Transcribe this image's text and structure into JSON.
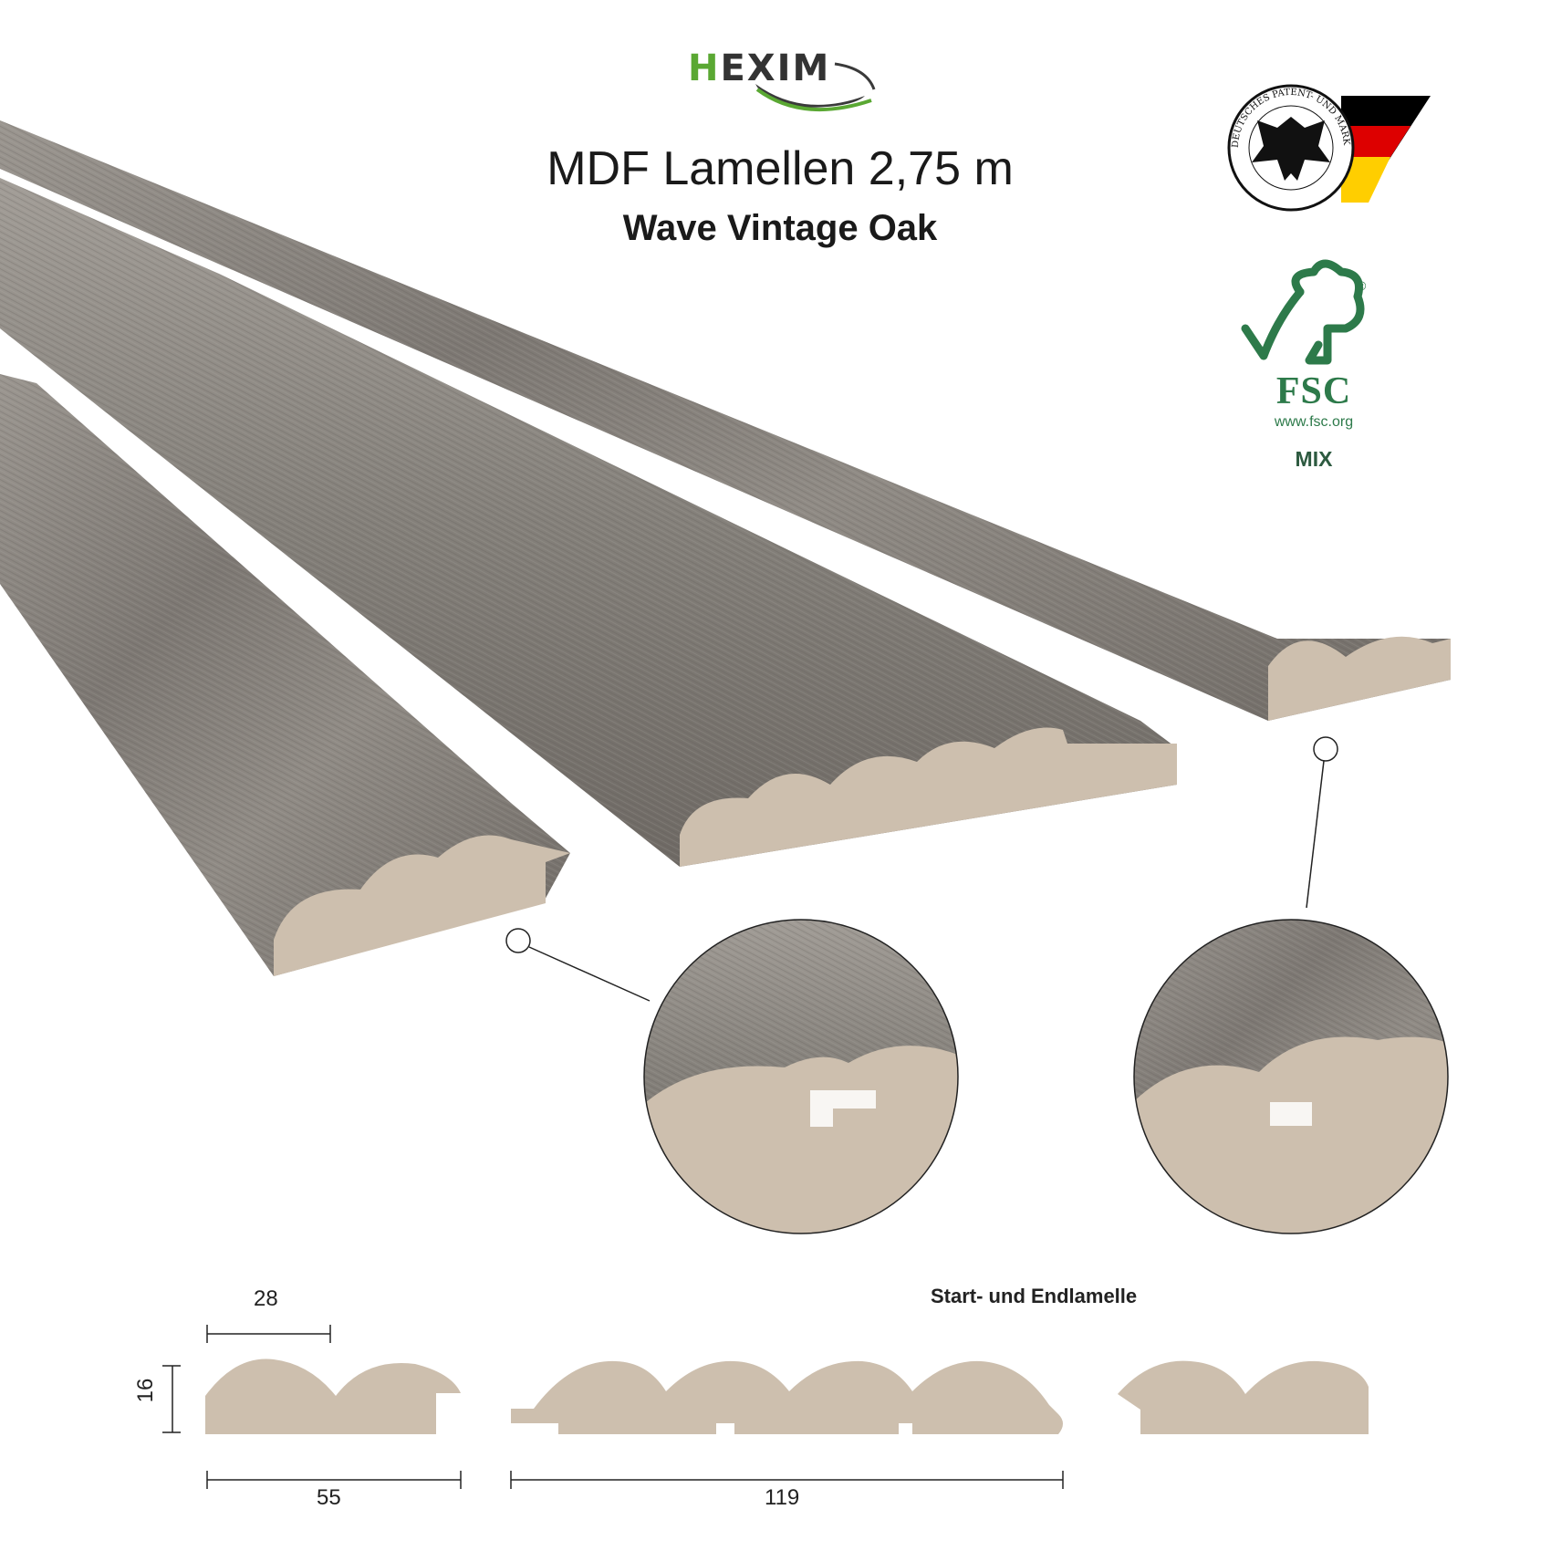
{
  "brand": {
    "first_letter": "H",
    "rest": "EXIM"
  },
  "title": "MDF Lamellen 2,75 m",
  "subtitle": "Wave Vintage Oak",
  "certifications": {
    "patent_seal_text": "DEUTSCHES PATENT- UND MARKENAMT",
    "fsc_name": "FSC",
    "fsc_url": "www.fsc.org",
    "fsc_label": "MIX",
    "fsc_registered": "®"
  },
  "profiles_caption": "Start- und Endlamelle",
  "dimensions": {
    "wave_width": "28",
    "height": "16",
    "small_width": "55",
    "large_width": "119"
  },
  "colors": {
    "wood_gray": "#8a8580",
    "mdf_core": "#cdbfae",
    "fsc_green": "#2d7a4a",
    "hexim_green": "#5aa833",
    "flag_black": "#000000",
    "flag_red": "#dd0000",
    "flag_gold": "#ffce00"
  }
}
